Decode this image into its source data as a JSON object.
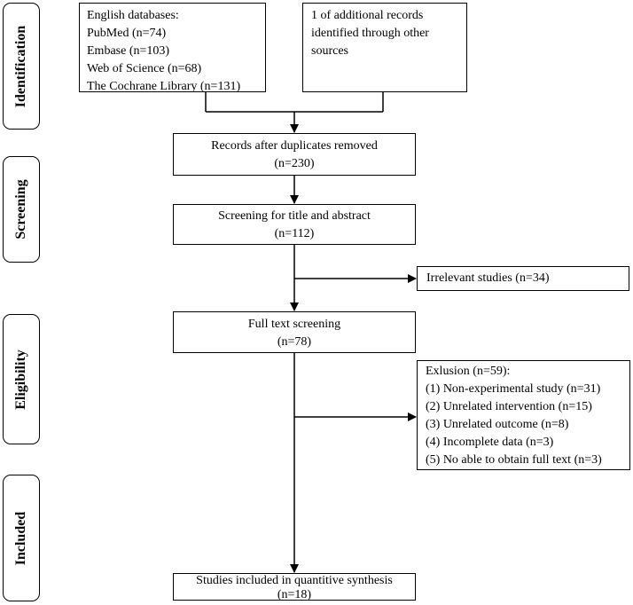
{
  "stages": {
    "identification": "Identification",
    "screening": "Screening",
    "eligibility": "Eligibility",
    "included": "Included"
  },
  "boxes": {
    "english_databases": [
      "English databases:",
      "PubMed (n=74)",
      "Embase (n=103)",
      "Web of Science (n=68)",
      "The Cochrane Library (n=131)"
    ],
    "additional_records": [
      "1 of additional records",
      "identified through other",
      "sources"
    ],
    "duplicates_removed": [
      "Records after duplicates removed",
      "(n=230)"
    ],
    "title_abstract": [
      "Screening for title and abstract",
      "(n=112)"
    ],
    "irrelevant": [
      "Irrelevant studies (n=34)"
    ],
    "full_text": [
      "Full text screening",
      "(n=78)"
    ],
    "exclusion": [
      "Exlusion (n=59):",
      "(1) Non-experimental study (n=31)",
      "(2) Unrelated intervention (n=15)",
      "(3) Unrelated outcome (n=8)",
      "(4) Incomplete data (n=3)",
      "(5) No able to obtain full text (n=3)"
    ],
    "included_studies": [
      "Studies included in quantitive synthesis",
      "(n=18)"
    ]
  }
}
